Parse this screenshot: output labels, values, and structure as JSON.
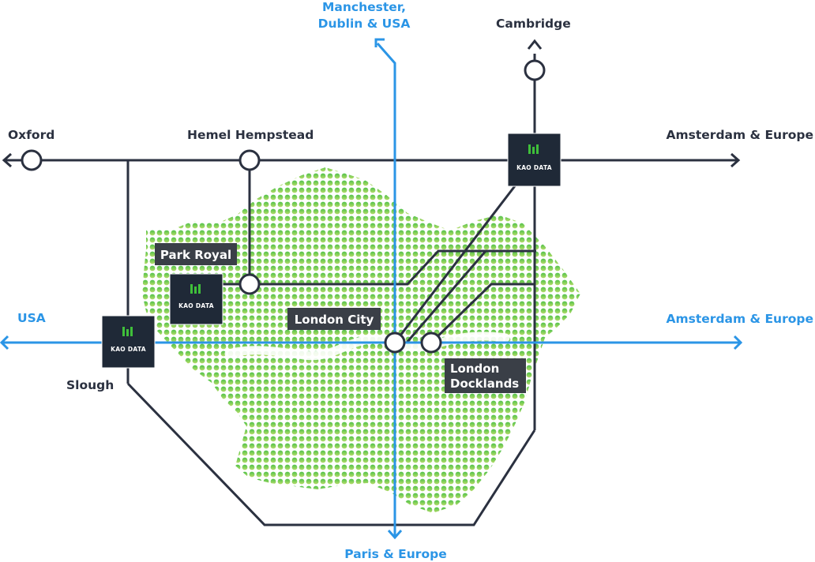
{
  "nodes": {
    "oxford": "Oxford",
    "hemel": "Hemel Hempstead",
    "cambridge": "Cambridge",
    "amsterdam_top": "Amsterdam & Europe",
    "manchester_line1": "Manchester,",
    "manchester_line2": "Dublin & USA",
    "usa": "USA",
    "amsterdam_mid": "Amsterdam & Europe",
    "park_royal": "Park Royal",
    "london_city": "London City",
    "docklands_line1": "London",
    "docklands_line2": "Docklands",
    "slough": "Slough",
    "paris": "Paris & Europe"
  },
  "datacentre_brand": "KAO DATA",
  "colors": {
    "network_line": "#2b3140",
    "fibre_line": "#2b95e6",
    "dot_dark": "#4fc24a",
    "dot_light": "#b6dc6a",
    "box_fill": "#1f2937",
    "logo_green": "#3fbf3a"
  }
}
